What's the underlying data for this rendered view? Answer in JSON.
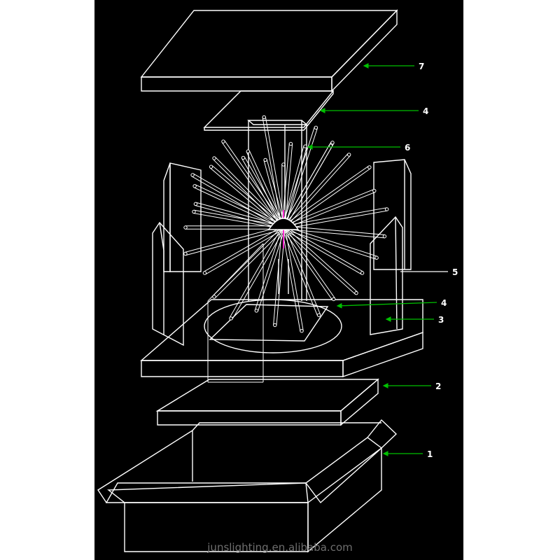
{
  "colors": {
    "background": "#000000",
    "page": "#ffffff",
    "line": "#ffffff",
    "callout": "#00c000",
    "accent": "#ff2bd1",
    "watermark": "#6e6e6e"
  },
  "callouts": [
    {
      "id": "c7",
      "label": "7",
      "part": "top-lid"
    },
    {
      "id": "c4a",
      "label": "4",
      "part": "top-foam-sheet"
    },
    {
      "id": "c6",
      "label": "6",
      "part": "center-support-tube"
    },
    {
      "id": "c5",
      "label": "5",
      "part": "corner-foam-post"
    },
    {
      "id": "c4b",
      "label": "4",
      "part": "base-foam-sheet"
    },
    {
      "id": "c3",
      "label": "3",
      "part": "foam-tray"
    },
    {
      "id": "c2",
      "label": "2",
      "part": "bottom-foam-board"
    },
    {
      "id": "c1",
      "label": "1",
      "part": "carton-box"
    }
  ],
  "watermark": "junslighting.en.alibaba.com"
}
